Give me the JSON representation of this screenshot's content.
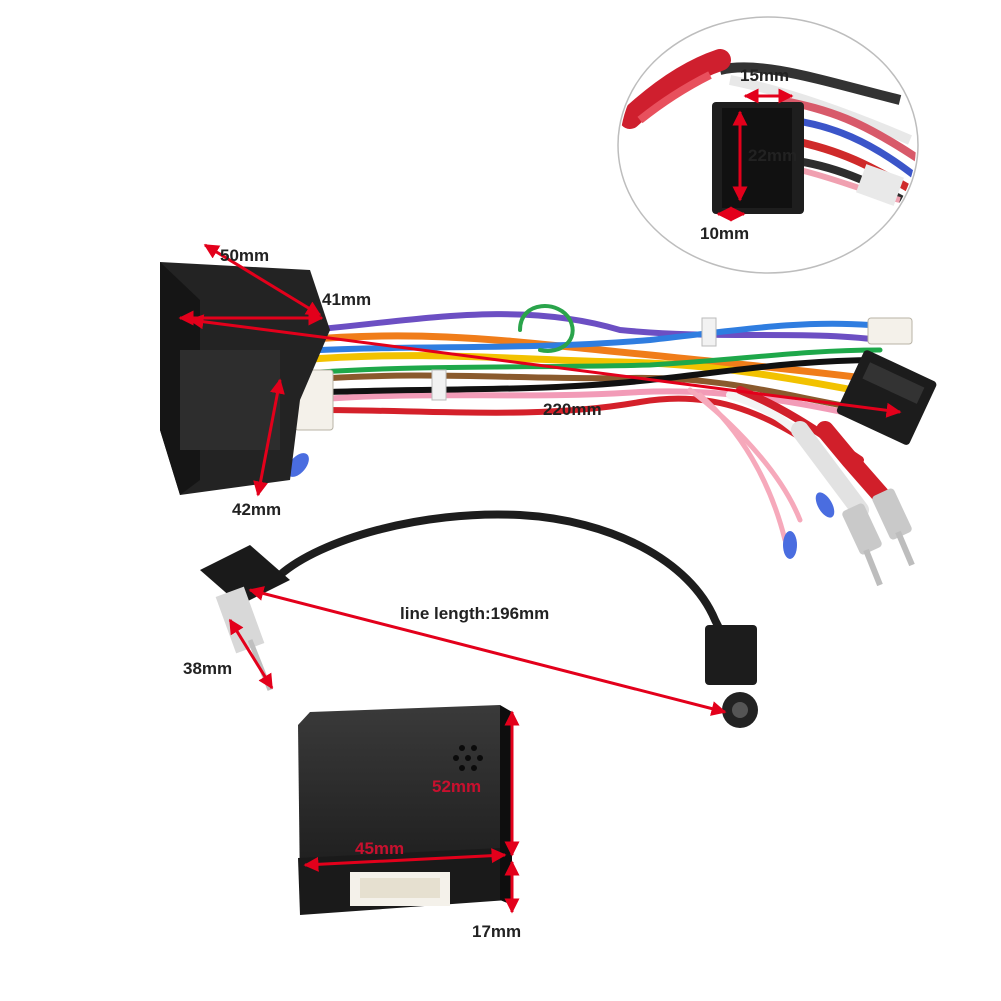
{
  "labels": {
    "pin_width": "15mm",
    "pin_height": "22mm",
    "pin_depth": "10mm",
    "harness_width": "50mm",
    "harness_depth": "41mm",
    "harness_height": "42mm",
    "cable_length": "220mm",
    "antenna_line_length": "line length:196mm",
    "antenna_plug": "38mm",
    "box_height": "52mm",
    "box_width": "45mm",
    "box_depth": "17mm"
  },
  "colors": {
    "dimension_arrow": "#e3001b",
    "connector_black": "#1f1f1f",
    "label_text": "#222222",
    "background": "#ffffff"
  }
}
